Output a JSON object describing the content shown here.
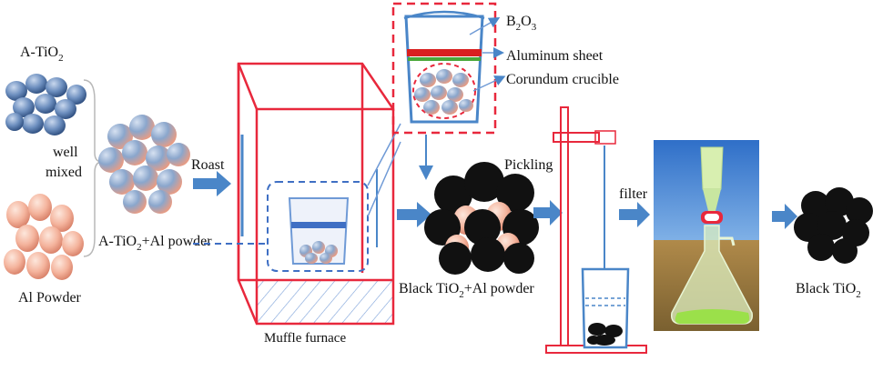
{
  "labels": {
    "a_tio2": "A-TiO",
    "a_tio2_sub": "2",
    "well": "well",
    "mixed": "mixed",
    "al_powder": "Al Powder",
    "mix_result_a": "A-TiO",
    "mix_result_sub": "2",
    "mix_result_b": "+Al powder",
    "roast": "Roast",
    "muffle_furnace": "Muffle furnace",
    "b2o3_a": "B",
    "b2o3_sub1": "2",
    "b2o3_b": "O",
    "b2o3_sub2": "3",
    "aluminum_sheet": "Aluminum sheet",
    "corundum_crucible": "Corundum crucible",
    "black_mix_a": "Black TiO",
    "black_mix_sub": "2",
    "black_mix_b": "+Al powder",
    "pickling": "Pickling",
    "filter": "filter",
    "black_tio2_a": "Black TiO",
    "black_tio2_sub": "2"
  },
  "colors": {
    "furnace_red": "#e8283c",
    "arrow_blue": "#4a86c8",
    "dashed_blue": "#3f6fc4",
    "tio2_sphere": "#6d8fbf",
    "al_sphere": "#f0a890",
    "black_sphere": "#111111",
    "sheet_red": "#d92020",
    "sheet_green": "#4aa83a",
    "panel_sky": "#3f7fd0",
    "panel_ground": "#a08040"
  }
}
